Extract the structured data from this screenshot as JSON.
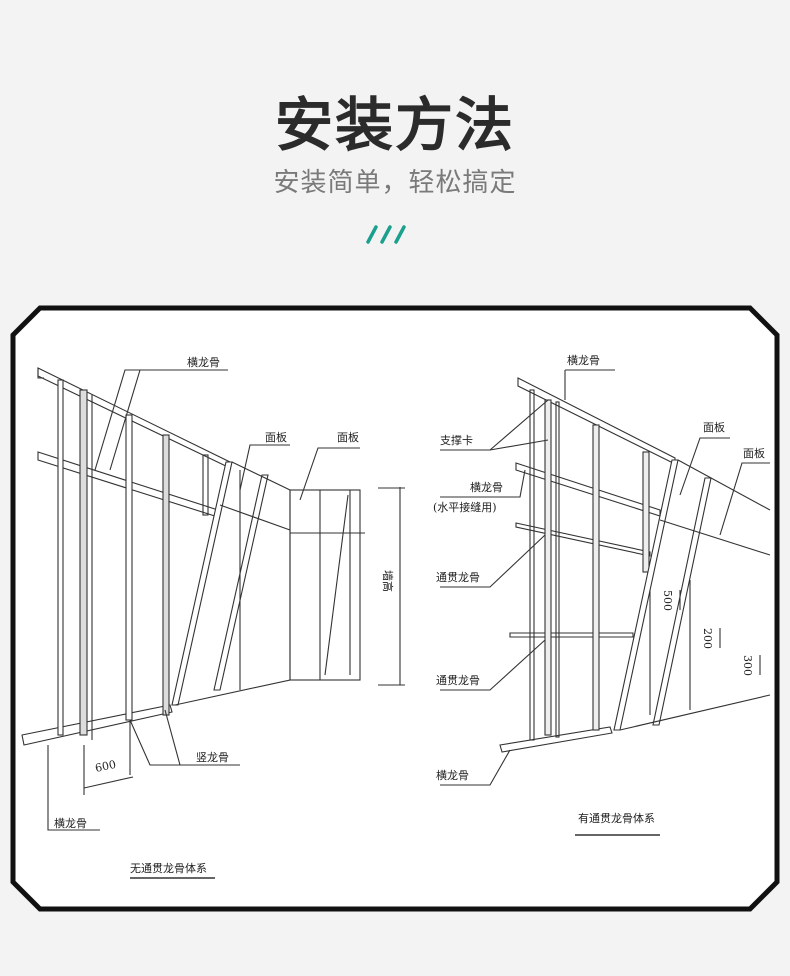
{
  "header": {
    "title": "安装方法",
    "subtitle": "安装简单，轻松搞定",
    "accent_color": "#1aa08c"
  },
  "left_diagram": {
    "caption": "无通贯龙骨体系",
    "labels": {
      "top_rail": "横龙骨",
      "panel_1": "面板",
      "panel_2": "面板",
      "wall_height": "墙高",
      "spacing": "600",
      "stud": "竖龙骨",
      "bottom_rail": "横龙骨"
    }
  },
  "right_diagram": {
    "caption": "有通贯龙骨体系",
    "labels": {
      "top_rail": "横龙骨",
      "brace_clip": "支撑卡",
      "mid_rail": "横龙骨",
      "mid_rail_note": "(水平接缝用)",
      "through_channel_1": "通贯龙骨",
      "through_channel_2": "通贯龙骨",
      "bottom_rail": "横龙骨",
      "panel_1": "面板",
      "panel_2": "面板",
      "dim_500": "500",
      "dim_200": "200",
      "dim_300": "300"
    }
  }
}
